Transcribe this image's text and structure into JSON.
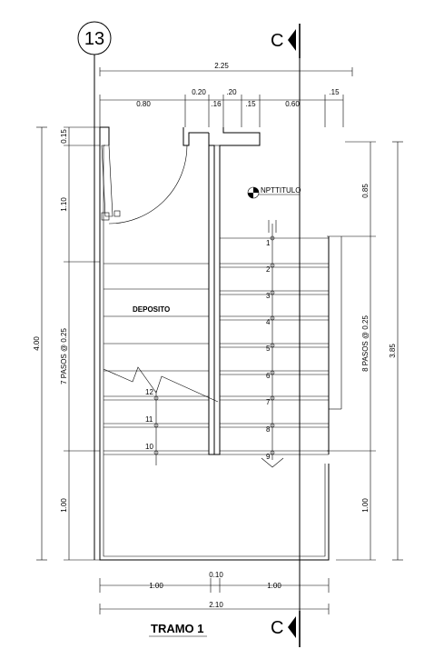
{
  "section_marker": "13",
  "section_cut_label": "C",
  "title": "TRAMO 1",
  "level_label": "NPTTITULO",
  "room_label": "DEPOSITO",
  "dims": {
    "top_total": "2.25",
    "top_080": "0.80",
    "top_020": "0.20",
    "top_16": ".16",
    "top_20": ".20",
    "top_15a": ".15",
    "top_060": "0.60",
    "top_15b": ".15",
    "left_015": "0.15",
    "left_110": "1.10",
    "left_steps": "7 PASOS @ 0.25",
    "left_100": "1.00",
    "left_total": "4.00",
    "right_085": "0.85",
    "right_steps": "8 PASOS @ 0.25",
    "right_100": "1.00",
    "right_total": "3.85",
    "bot_100a": "1.00",
    "bot_010": "0.10",
    "bot_100b": "1.00",
    "bot_total": "2.10"
  },
  "steps_right": [
    "1",
    "2",
    "3",
    "4",
    "5",
    "6",
    "7",
    "8",
    "9"
  ],
  "steps_left": [
    "12",
    "11",
    "10"
  ]
}
